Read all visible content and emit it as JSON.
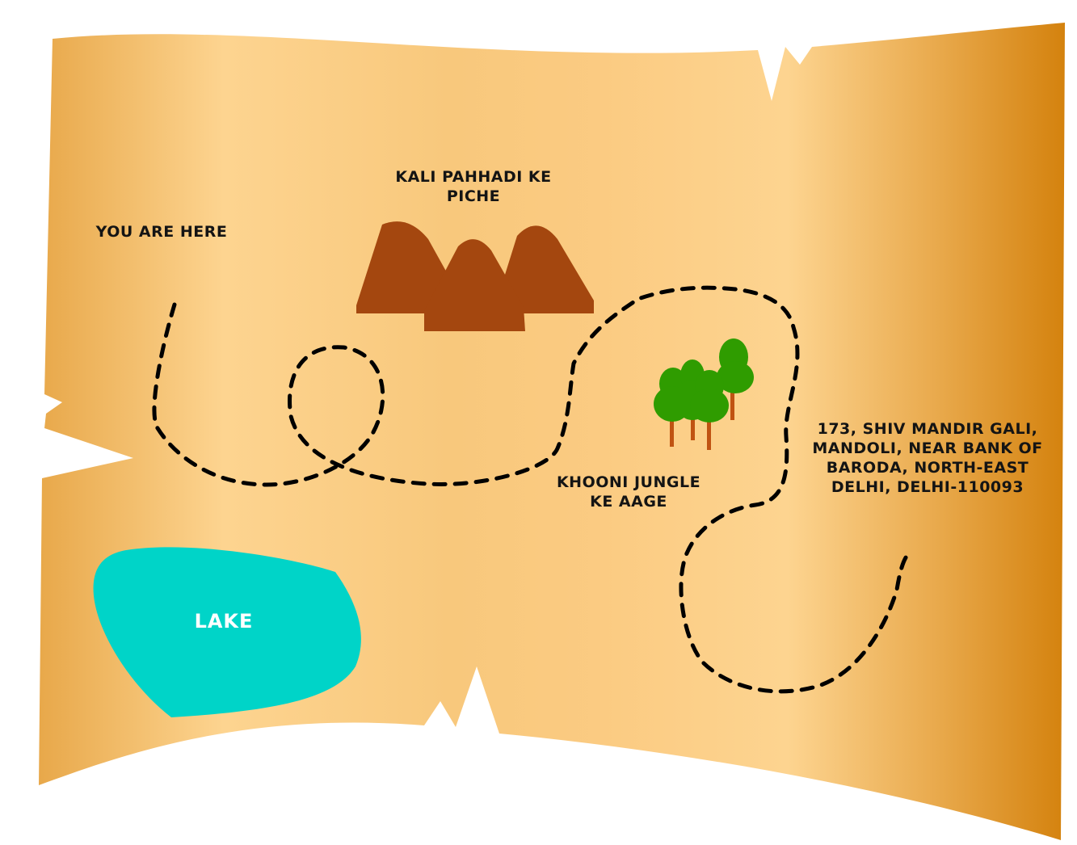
{
  "map": {
    "labels": {
      "start": "YOU ARE HERE",
      "mountains_line1": "KALI PAHHADI KE",
      "mountains_line2": "PICHE",
      "jungle_line1": "KHOONI JUNGLE",
      "jungle_line2": "KE AAGE",
      "destination_line1": "173, SHIV MANDIR GALI,",
      "destination_line2": "MANDOLI, NEAR BANK OF",
      "destination_line3": "BARODA, NORTH-EAST",
      "destination_line4": "DELHI, DELHI-110093",
      "lake": "LAKE"
    },
    "colors": {
      "parchment_light": "#fdd490",
      "parchment_mid": "#f6c271",
      "parchment_edge": "#e8a84a",
      "parchment_dark": "#d4820e",
      "mountain": "#a4470f",
      "lake": "#00d4c8",
      "tree_canopy": "#2f9c00",
      "tree_trunk": "#c05312",
      "trail": "#000000",
      "text": "#141414",
      "lake_text": "#ffffff"
    }
  }
}
